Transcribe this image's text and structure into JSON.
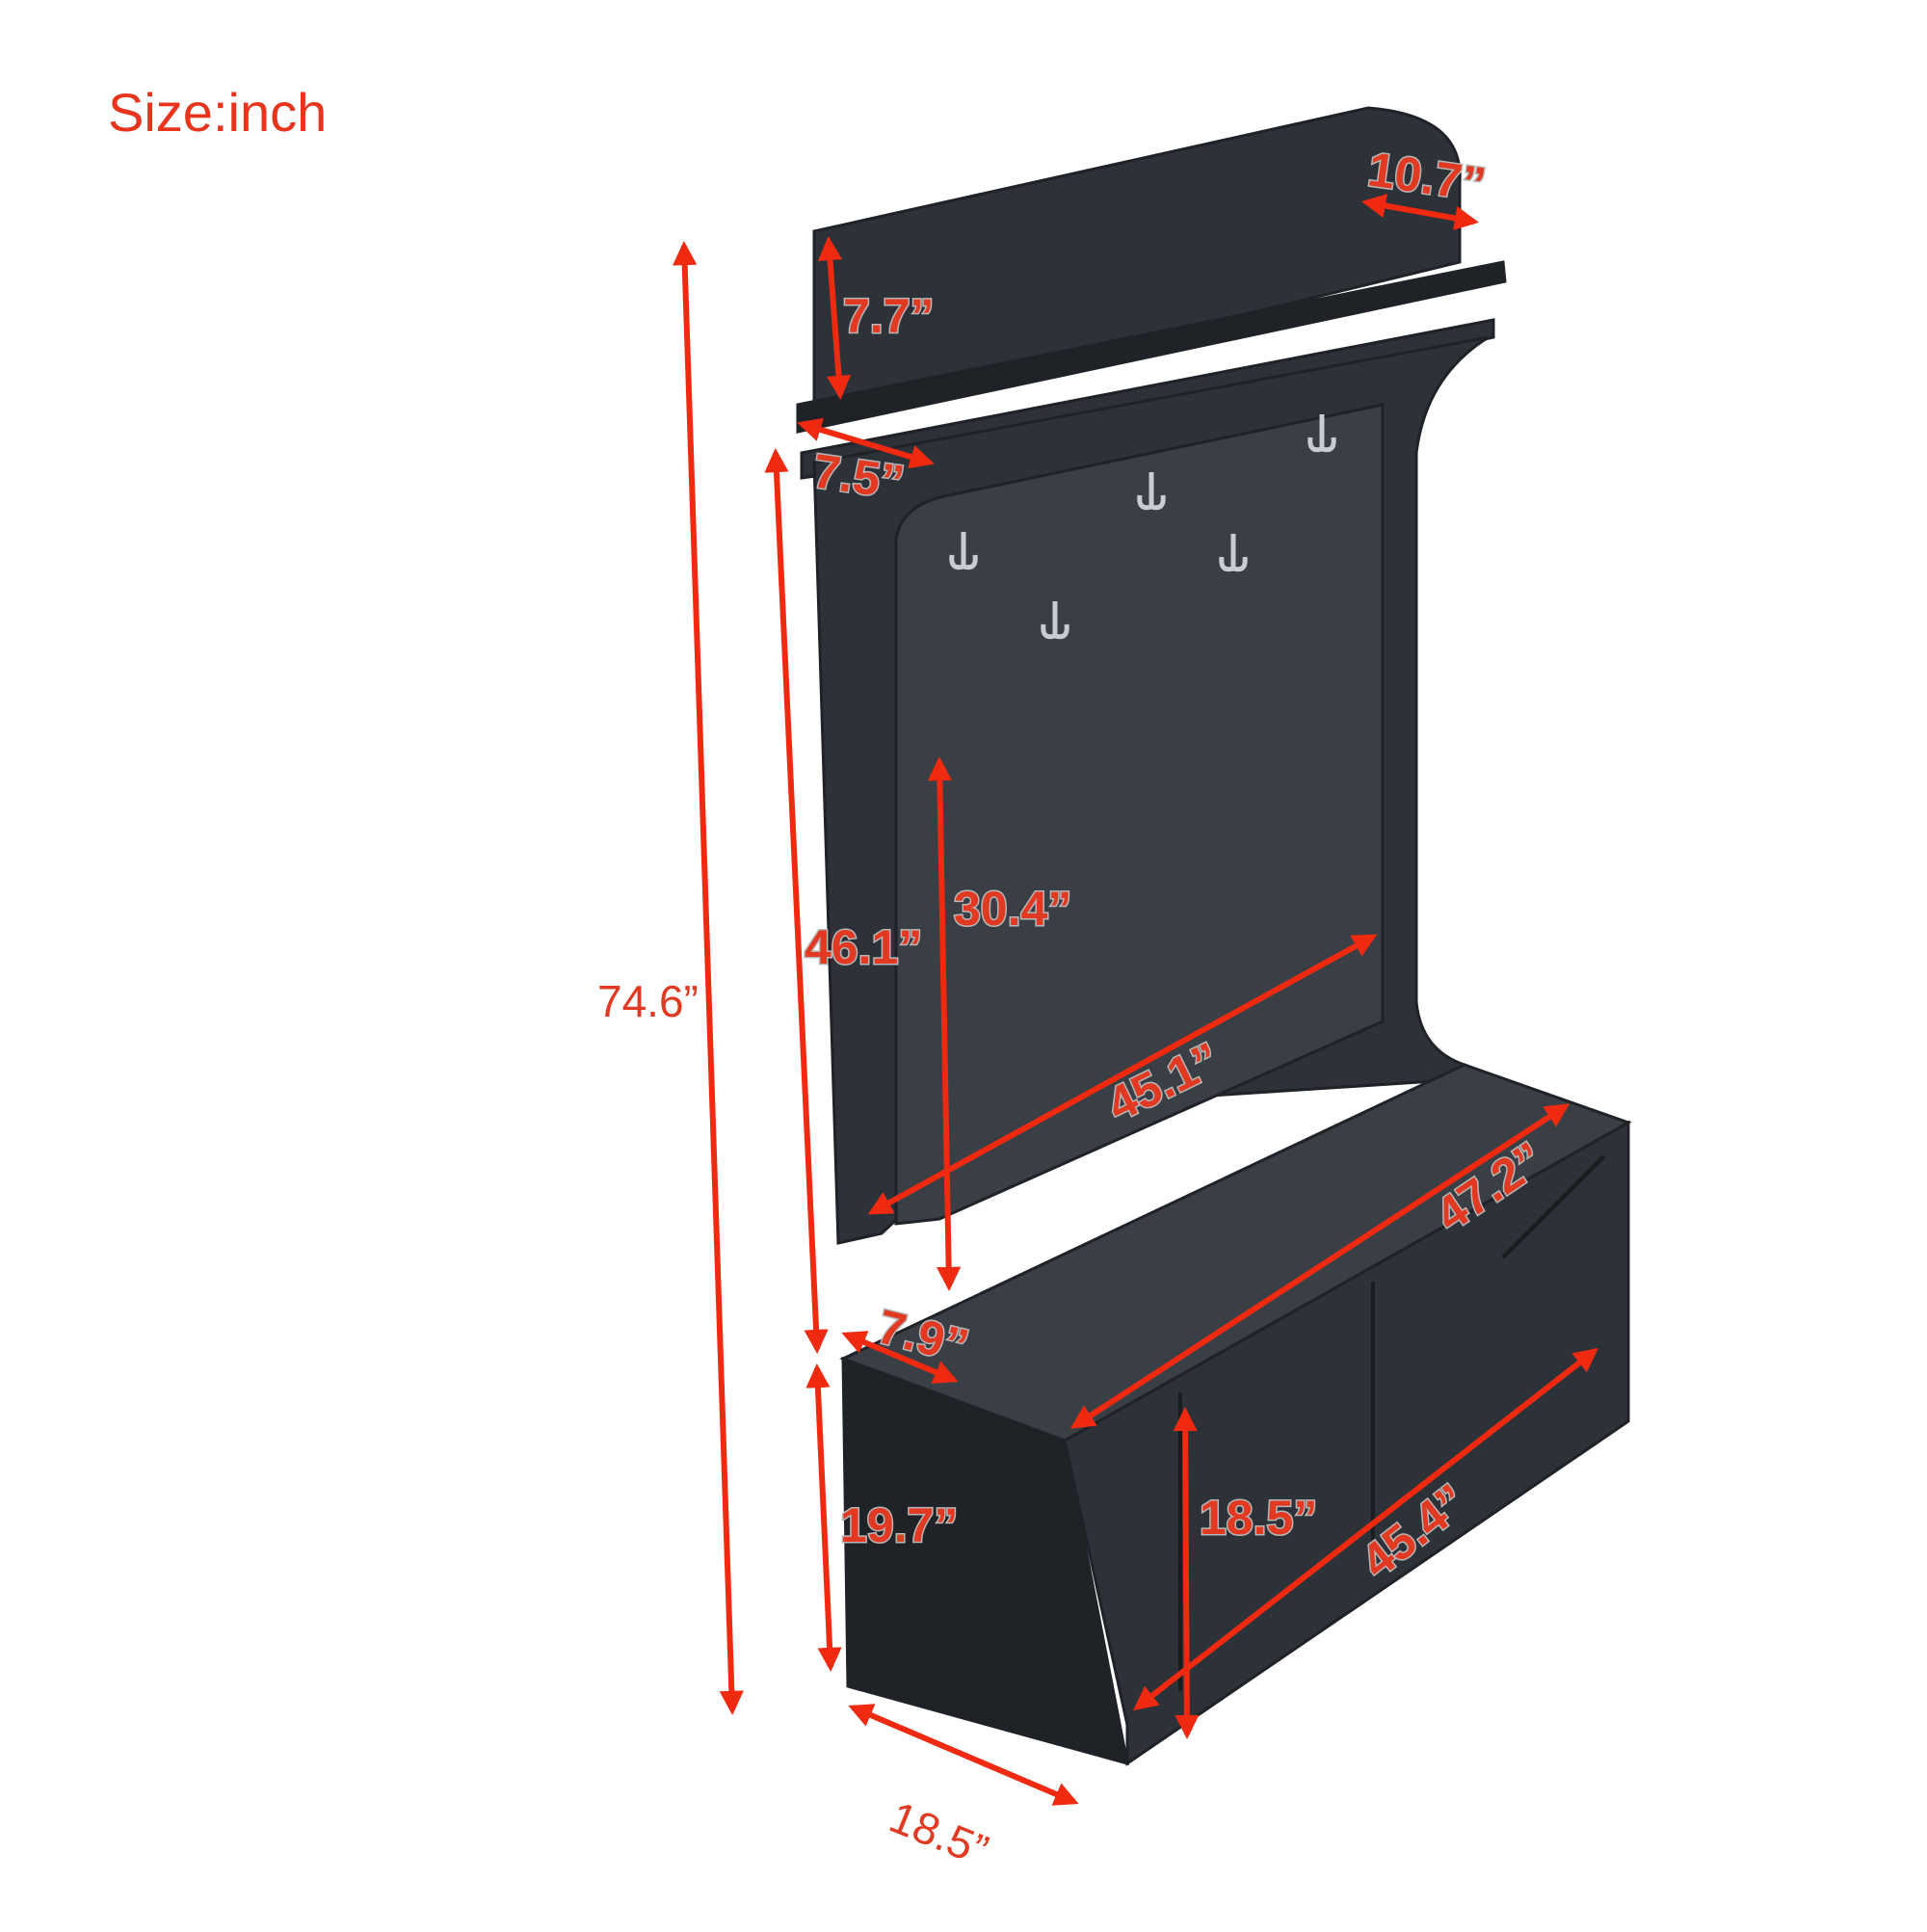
{
  "title": "Size:inch",
  "colors": {
    "furniture": "#2d3138",
    "furniture_edge": "#1f2227",
    "furniture_light": "#3a3f46",
    "arrow": "#ef2a10",
    "hook": "#c9ccd1"
  },
  "dimensions": {
    "total_height": "74.6”",
    "frame_height": "46.1”",
    "back_panel_height": "30.4”",
    "top_rail_height": "7.7”",
    "top_shelf_depth": "10.7”",
    "top_depth": "7.5”",
    "back_width": "45.1”",
    "seat_width": "47.2”",
    "side_depth": "7.9”",
    "bench_height": "19.7”",
    "cabinet_height": "18.5”",
    "cabinet_width": "45.4”",
    "bench_depth": "18.5”"
  }
}
